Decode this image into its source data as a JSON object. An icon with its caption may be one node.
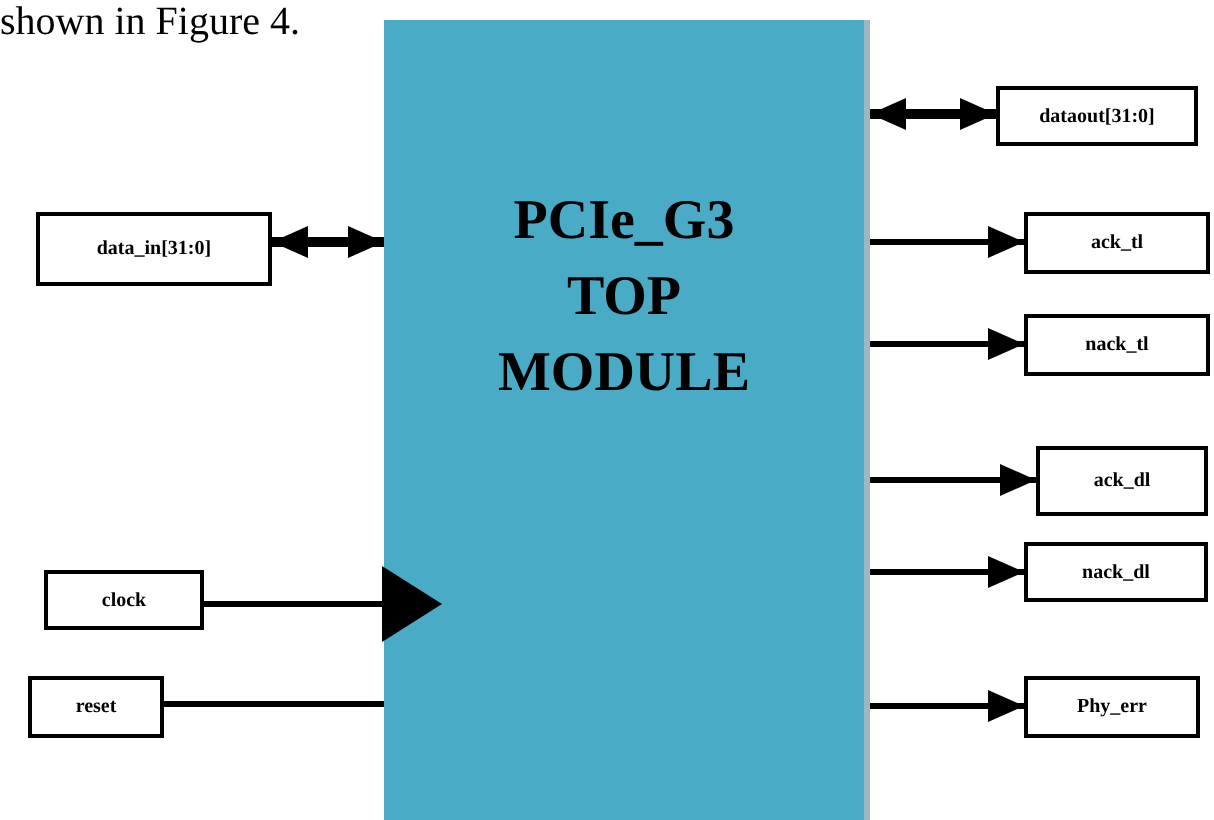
{
  "diagram": {
    "nodes": [
      {
        "text": [
          "PCIe_G3 TOP MODULE"
        ]
      },
      {
        "text": [
          "dataout[31:0]"
        ]
      },
      {
        "text": [
          "data_in[31:0]"
        ]
      },
      {
        "text": [
          "ack_tl"
        ]
      },
      {
        "text": [
          "nack_tl"
        ]
      },
      {
        "text": [
          "ack_dl"
        ]
      },
      {
        "text": [
          "nack_dl"
        ]
      },
      {
        "text": [
          "clock"
        ]
      },
      {
        "text": [
          "reset"
        ]
      },
      {
        "text": [
          "Phy_err"
        ]
      }
    ],
    "edges": [
      {
        "from": 0,
        "to": 1,
        "arrow": "both"
      },
      {
        "from": 2,
        "to": 0,
        "arrow": "both"
      },
      {
        "from": 0,
        "to": 3,
        "arrow": "to"
      },
      {
        "from": 0,
        "to": 4,
        "arrow": "to"
      },
      {
        "from": 0,
        "to": 5,
        "arrow": "to"
      },
      {
        "from": 0,
        "to": 6,
        "arrow": "to"
      },
      {
        "from": 7,
        "to": 0,
        "arrow": "to"
      },
      {
        "from": 8,
        "to": 0,
        "arrow": "none"
      },
      {
        "from": 0,
        "to": 9,
        "arrow": "to"
      }
    ],
    "labels": [
      "shown in Figure 4."
    ]
  }
}
